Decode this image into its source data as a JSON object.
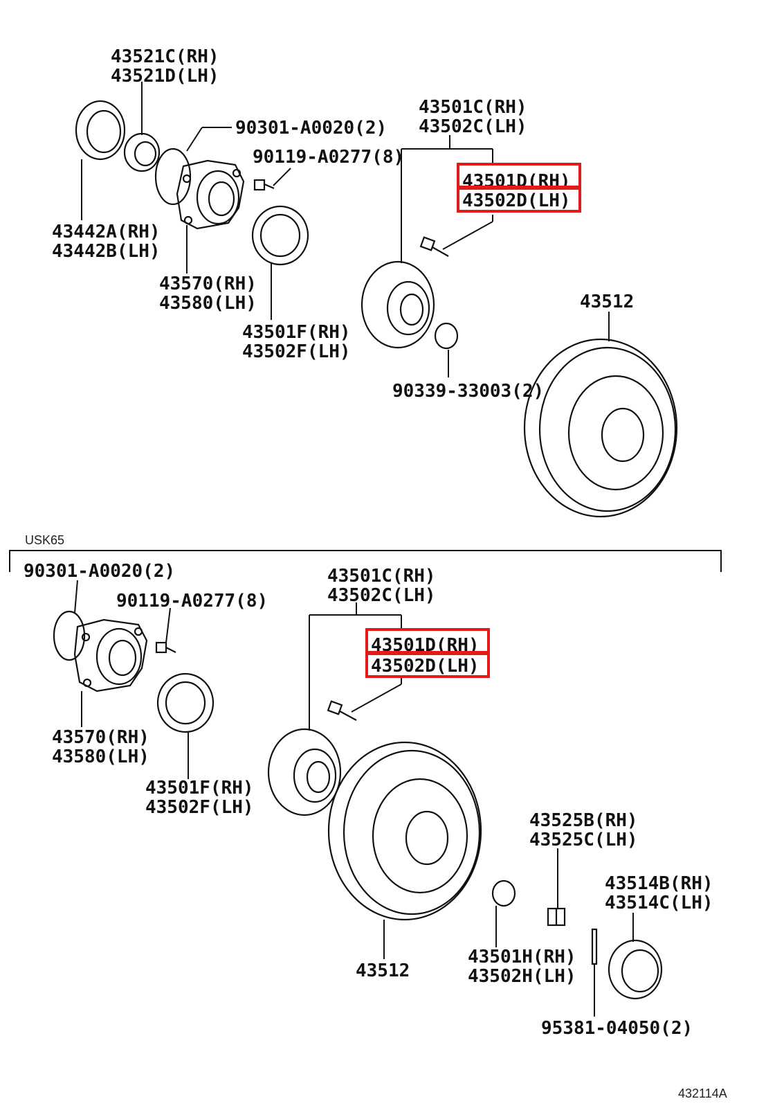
{
  "diagram": {
    "figure_code": "432114A",
    "section_label": "USK65",
    "highlight_color": "#e01b1b",
    "top": {
      "c1": "43521C(RH)",
      "c2": "43521D(LH)",
      "o1": "90301-A0020(2)",
      "b1": "90119-A0277(8)",
      "s1": "43442A(RH)",
      "s2": "43442B(LH)",
      "h1": "43570(RH)",
      "h2": "43580(LH)",
      "f1": "43501F(RH)",
      "f2": "43502F(LH)",
      "cc1": "43501C(RH)",
      "cc2": "43502C(LH)",
      "d1": "43501D(RH)",
      "d2": "43502D(LH)",
      "rotor": "43512",
      "nut": "90339-33003(2)"
    },
    "bottom": {
      "o1": "90301-A0020(2)",
      "b1": "90119-A0277(8)",
      "cc1": "43501C(RH)",
      "cc2": "43502C(LH)",
      "d1": "43501D(RH)",
      "d2": "43502D(LH)",
      "h1": "43570(RH)",
      "h2": "43580(LH)",
      "f1": "43501F(RH)",
      "f2": "43502F(LH)",
      "lock1": "43525B(RH)",
      "lock2": "43525C(LH)",
      "cap1": "43514B(RH)",
      "cap2": "43514C(LH)",
      "rotor": "43512",
      "hub1": "43501H(RH)",
      "hub2": "43502H(LH)",
      "pin": "95381-04050(2)"
    }
  }
}
